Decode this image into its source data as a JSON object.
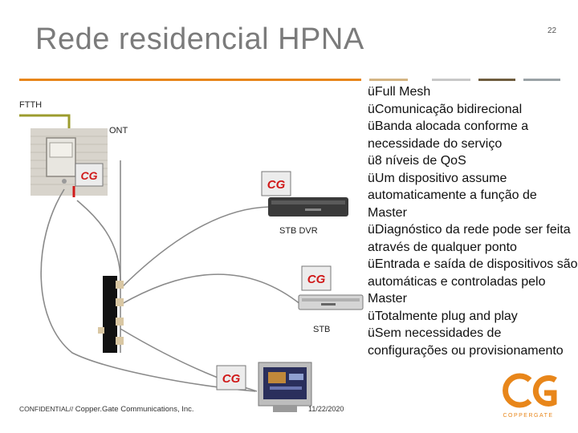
{
  "slide": {
    "title": "Rede residencial HPNA",
    "page_number": "22",
    "labels": {
      "ftth": "FTTH",
      "ont": "ONT",
      "stb_dvr": "STB DVR",
      "stb": "STB"
    },
    "bullets": [
      "Full Mesh",
      "Comunicação bidirecional",
      "Banda alocada conforme a necessidade do serviço",
      "8 níveis de QoS",
      "Um dispositivo assume automaticamente a função de Master",
      "Diagnóstico da rede pode ser feita através de qualquer ponto",
      "Entrada e saída de dispositivos são automáticas e controladas pelo Master",
      "Totalmente plug and play",
      "Sem necessidades de configurações ou provisionamento"
    ],
    "bullet_marker": "ü",
    "footer": {
      "confidential": "CONFIDENTIAL//",
      "company": " Copper.Gate Communications, Inc.",
      "date": "11/22/2020"
    },
    "logo_text": "COPPERGATE",
    "colors": {
      "accent_orange": "#e8861a",
      "title_gray": "#7b7b7b",
      "fiber_olive": "#9c9c2e",
      "rule_colors": [
        "#e8861a",
        "#d4b483",
        "#c8c8c8",
        "#6e5c3e",
        "#9aa2a6"
      ]
    }
  }
}
